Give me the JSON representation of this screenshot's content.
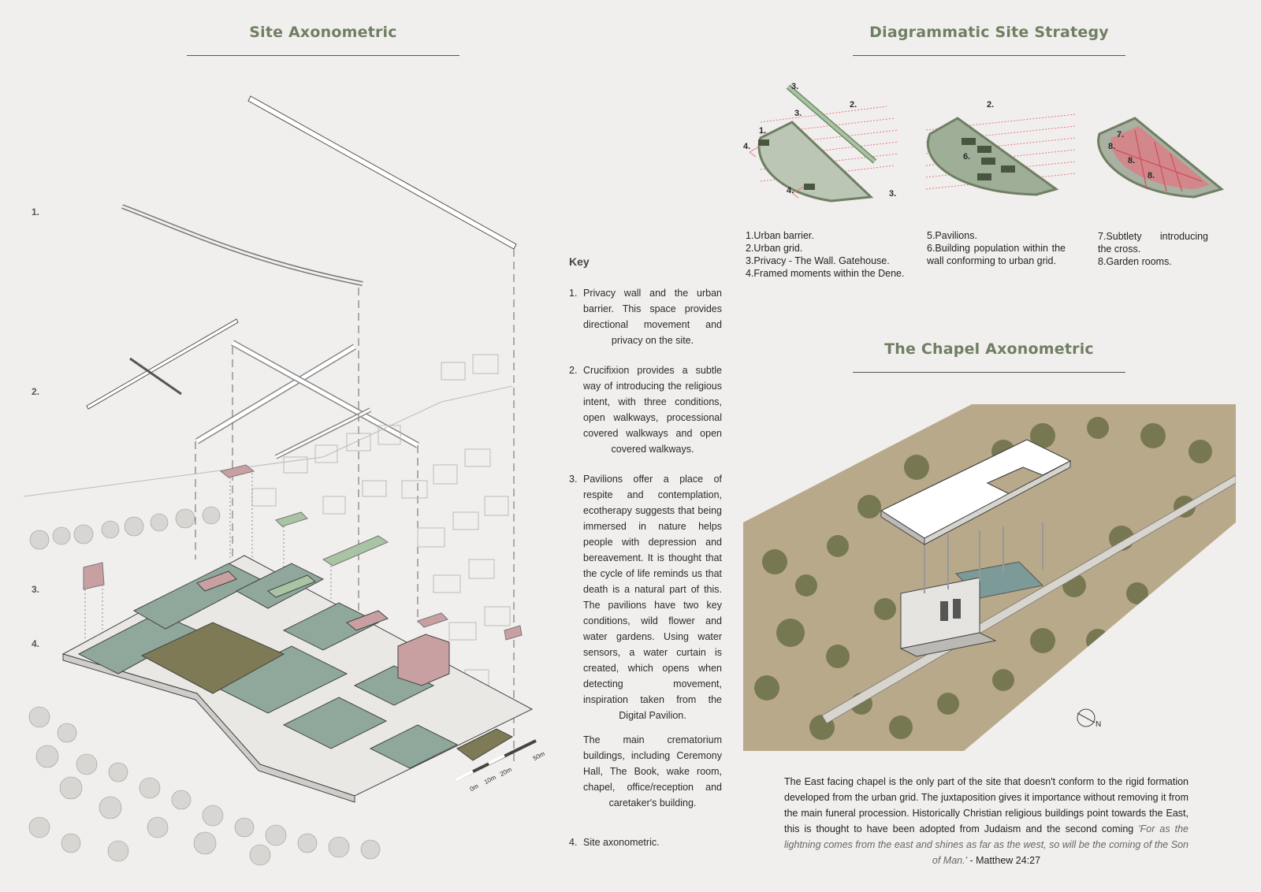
{
  "headings": {
    "site_axonometric": "Site Axonometric",
    "diagrammatic_strategy": "Diagrammatic Site Strategy",
    "chapel_axonometric": "The Chapel Axonometric"
  },
  "layer_numbers": [
    "1.",
    "2.",
    "3.",
    "4."
  ],
  "key": {
    "title": "Key",
    "items": [
      {
        "n": "1.",
        "text": "Privacy wall and the urban barrier. This space provides directional movement and privacy on the site."
      },
      {
        "n": "2.",
        "text": "Crucifixion provides a subtle way of introducing the religious intent, with three conditions, open walkways, processional covered walkways and open covered walkways."
      },
      {
        "n": "3.",
        "text": "Pavilions offer a place of respite and contemplation, ecotherapy suggests that being immersed in nature helps people with depression and bereavement. It is thought that the cycle of life reminds us that death is a natural part of this. The pavilions have two key conditions, wild flower and water gardens. Using water sensors, a water curtain is created, which opens when detecting movement, inspiration taken from the Digital Pavilion."
      },
      {
        "n": "",
        "text": "The main crematorium buildings, including Ceremony Hall, The Book, wake room, chapel, office/reception and caretaker's building."
      },
      {
        "n": "4.",
        "text": "Site axonometric."
      }
    ]
  },
  "scale_bar": [
    "0m",
    "10m",
    "20m",
    "50m"
  ],
  "strategy": {
    "diagram1_labels": [
      "3.",
      "2.",
      "3.",
      "1.",
      "4.",
      "4.",
      "3."
    ],
    "diagram2_labels": [
      "2.",
      "6."
    ],
    "diagram3_labels": [
      "7.",
      "8.",
      "8.",
      "8."
    ],
    "legend_col1": [
      "1.Urban barrier.",
      "2.Urban grid.",
      "3.Privacy - The Wall. Gatehouse.",
      "4.Framed moments within the Dene."
    ],
    "legend_col2": [
      "5.Pavilions.",
      "6.Building population within the wall conforming to urban grid."
    ],
    "legend_col3": [
      "7.Subtlety introducing the cross.",
      "8.Garden rooms."
    ]
  },
  "chapel_caption": {
    "main": "The East facing chapel is the only part of the site that doesn't conform to the rigid formation developed from the urban grid. The juxtaposition gives it importance without removing it from the main funeral procession.  Historically Christian religious buildings point towards the East, this is thought to have been adopted from Judaism and the second coming ",
    "quote": "'For as the lightning comes from the east and shines as far as the west, so will be the coming of the Son of Man.'",
    "citation": " - Matthew 24:27"
  },
  "north_label": "N",
  "colors": {
    "heading": "#6f7f63",
    "pavilion_green": "#a9c4a3",
    "pavilion_pink": "#c9a0a2",
    "water": "#8fa89b",
    "red_cross": "#e07a82"
  }
}
